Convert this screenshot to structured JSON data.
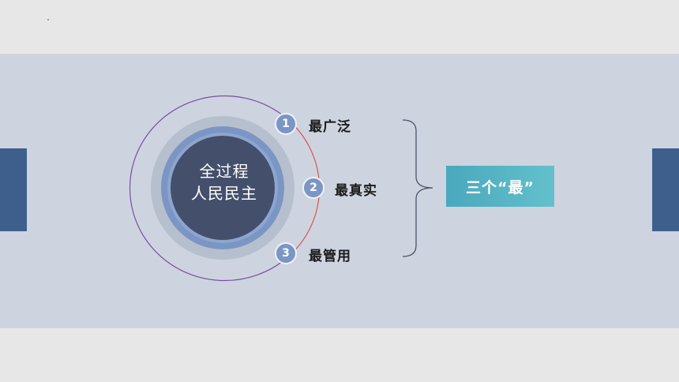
{
  "center": {
    "line1": "全过程",
    "line2": "人民民主"
  },
  "items": [
    {
      "number": "1",
      "label": "最广泛"
    },
    {
      "number": "2",
      "label": "最真实"
    },
    {
      "number": "3",
      "label": "最管用"
    }
  ],
  "summary": {
    "label": "三个“最”"
  },
  "colors": {
    "background": "#e7e7e7",
    "band": "#cdd4e0",
    "side_tab": "#3e5f8c",
    "core_circle": "#44506b",
    "ring_blue": "#7b96c4",
    "ring_gray": "#b6bfcd",
    "outer_arc_purple": "#7a4fa0",
    "outer_arc_red": "#d9534f",
    "number_badge": "#7b96c4",
    "summary_box": "#52b3c4"
  },
  "icons": {
    "bracket": "right-curly-brace"
  }
}
